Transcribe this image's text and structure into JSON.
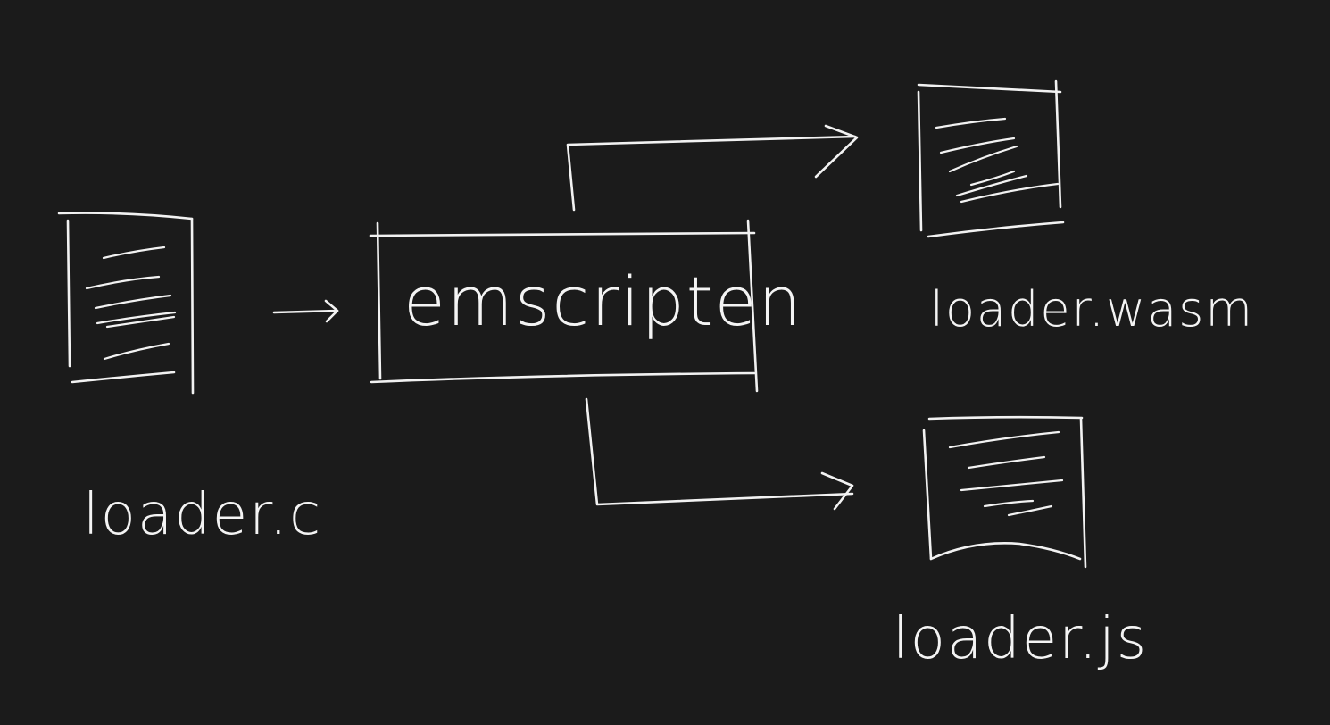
{
  "diagram": {
    "nodes": {
      "source_file": {
        "label": "loader.c"
      },
      "compiler": {
        "label": "emscripten"
      },
      "wasm_output": {
        "label": "loader.wasm"
      },
      "js_output": {
        "label": "loader.js"
      }
    },
    "edges": [
      {
        "from": "loader.c",
        "to": "emscripten"
      },
      {
        "from": "emscripten",
        "to": "loader.wasm"
      },
      {
        "from": "emscripten",
        "to": "loader.js"
      }
    ]
  },
  "colors": {
    "background": "#1b1b1b",
    "stroke": "#f2f2f2"
  }
}
